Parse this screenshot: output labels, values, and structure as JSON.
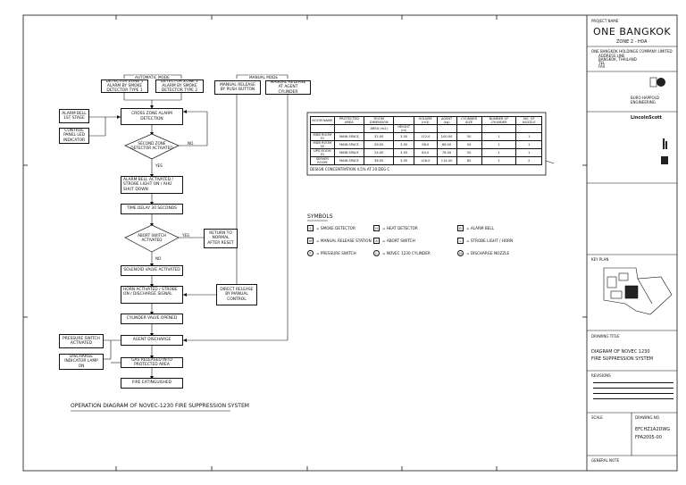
{
  "title_block": {
    "project_name_label": "PROJECT NAME",
    "project_name": "ONE BANGKOK",
    "zone": "ZONE 2 - H0A",
    "owner_label": "ONE BANGKOK HOLDINGS COMPANY LIMITED",
    "owner_lines": [
      "ADDRESS LINE",
      "BANGKOK, THAILAND",
      "TEL",
      "FAX"
    ],
    "consultant_1": "BURO HAPPOLD ENGINEERING",
    "consultant_2": "LincolnScott",
    "key_plan_label": "KEY PLAN",
    "drawing_title_label": "DRAWING TITLE",
    "drawing_title_1": "DIAGRAM OF NOVEC 1230",
    "drawing_title_2": "FIRE SUPPRESSION SYSTEM",
    "revisions_label": "REVISIONS",
    "scale_label": "SCALE",
    "drawing_no_label": "DRAWING NO.",
    "drawing_no_1": "EFCHZ1A2DWG",
    "drawing_no_2": "FPA2005-00",
    "general_note_label": "GENERAL NOTE"
  },
  "diagram": {
    "caption": "OPERATION DIAGRAM OF NOVEC-1230 FIRE SUPPRESSION SYSTEM",
    "auto_mode_label": "AUTOMATIC MODE",
    "manual_mode_label": "MANUAL MODE",
    "yes": "YES",
    "no": "NO",
    "boxes": {
      "a1": "DETECTOR ZONE 1 ALARM BY SMOKE DETECTOR TYPE 1",
      "a2": "DETECTOR ZONE 2 ALARM BY SMOKE DETECTOR TYPE 2",
      "m1": "MANUAL RELEASE BY PUSH BUTTON",
      "m2": "MANUAL RELEASE AT AGENT CYLINDER",
      "s1": "ALARM BELL 1ST STAGE",
      "s2": "CONTROL PANEL LED INDICATOR",
      "b1": "CROSS ZONE ALARM DETECTION",
      "d1": "SECOND ZONE DETECTOR ACTIVATED",
      "b2": "ALARM BELL ACTIVATED / STROBE LIGHT ON / AHU SHUT DOWN",
      "b3": "TIME DELAY 30 SECONDS",
      "d2": "ABORT SWITCH ACTIVATED",
      "r1": "RETURN TO NORMAL AFTER RESET",
      "b4": "SOLENOID VALVE ACTIVATED",
      "b5": "HORN ACTIVATED / STROBE ON / DISCHARGE SIGNAL",
      "r2": "DIRECT RELEASE BY MANUAL CONTROL",
      "b6": "CYLINDER VALVE OPENED",
      "b7": "AGENT DISCHARGE",
      "l1": "PRESSURE SWITCH ACTIVATED",
      "l2": "DISCHARGE INDICATOR LAMP ON",
      "b8": "GAS RELEASED INTO PROTECTED AREA",
      "b9": "FIRE EXTINGUISHED"
    }
  },
  "spec_table": {
    "header_1": [
      "ROOM NAME",
      "PROTECTED AREA",
      "ROOM DIMENSION",
      "",
      "VOLUME (m3)",
      "AGENT (kg)",
      "CYLINDER SIZE",
      "NUMBER OF CYLINDER",
      "NO. OF NOZZLE"
    ],
    "header_2": [
      "",
      "",
      "AREA (m2)",
      "HEIGHT (m)",
      "",
      "",
      "",
      "",
      ""
    ],
    "rows": [
      [
        "MDB ROOM 01",
        "MAIN SPACE",
        "32.00",
        "3.50",
        "112.0",
        "100.00",
        "50",
        "1",
        "1"
      ],
      [
        "MDB ROOM 02",
        "MAIN SPACE",
        "28.00",
        "3.50",
        "98.0",
        "88.00",
        "50",
        "1",
        "1"
      ],
      [
        "UPS ROOM 01",
        "MAIN SPACE",
        "24.00",
        "3.50",
        "84.0",
        "76.00",
        "50",
        "1",
        "1"
      ],
      [
        "SERVER ROOM",
        "MAIN SPACE",
        "36.00",
        "3.50",
        "126.0",
        "114.00",
        "80",
        "1",
        "2"
      ]
    ],
    "note": "DESIGN CONCENTRATION 4.5% AT 20 DEG C"
  },
  "symbols": {
    "title": "SYMBOLS",
    "items": [
      {
        "icon": "S",
        "label": "SMOKE DETECTOR"
      },
      {
        "icon": "H",
        "label": "HEAT DETECTOR"
      },
      {
        "icon": "B",
        "label": "ALARM BELL"
      },
      {
        "icon": "M",
        "label": "MANUAL RELEASE STATION"
      },
      {
        "icon": "A",
        "label": "ABORT SWITCH"
      },
      {
        "icon": "L",
        "label": "STROBE LIGHT / HORN"
      },
      {
        "icon": "P",
        "label": "PRESSURE SWITCH"
      },
      {
        "icon": "C",
        "label": "NOVEC 1230 CYLINDER"
      },
      {
        "icon": "N",
        "label": "DISCHARGE NOZZLE"
      }
    ]
  },
  "colors": {
    "line": "#111111",
    "paper": "#ffffff"
  }
}
